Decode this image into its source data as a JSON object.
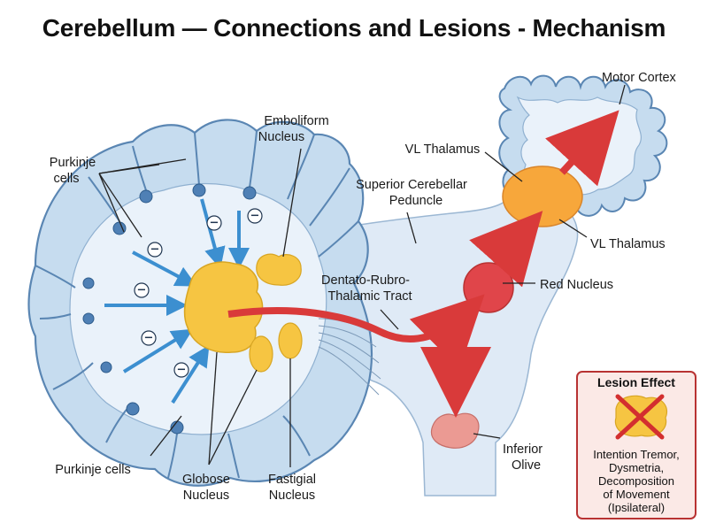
{
  "title": "Cerebellum — Connections and Lesions - Mechanism",
  "labels": {
    "motor_cortex": "Motor Cortex",
    "emboliform": [
      "Emboliform",
      "Nucleus"
    ],
    "vl_thalamus_top": "VL Thalamus",
    "vl_thalamus_right": "VL Thalamus",
    "purkinje_cells_top": [
      "Purkinje",
      "cells"
    ],
    "superior_peduncle": [
      "Superior Cerebellar",
      "Peduncle"
    ],
    "dentato_tract": [
      "Dentato-Rubro-",
      "Thalamic Tract"
    ],
    "red_nucleus": "Red Nucleus",
    "inferior_olive": [
      "Inferior",
      "Olive"
    ],
    "purkinje_cells_bottom": "Purkinje cells",
    "globose": [
      "Globose",
      "Nucleus"
    ],
    "fastigial": [
      "Fastigial",
      "Nucleus"
    ]
  },
  "inhibitory_symbol": "−",
  "lesion_box": {
    "title": "Lesion Effect",
    "lines": [
      "Intention Tremor,",
      "Dysmetria,",
      "Decomposition",
      "of Movement",
      "(Ipsilateral)"
    ]
  },
  "colors": {
    "cerebellum_fill": "#c6dcef",
    "cerebellum_stroke": "#5a86b3",
    "white_matter": "#eaf2fa",
    "nucleus": "#f6c542",
    "thalamus": "#f7a73b",
    "red_nucleus": "#e0454a",
    "olive": "#eb9a93",
    "arrow_red": "#d93a3a",
    "arrow_blue": "#3c8fd0",
    "lesion_border": "#b83232",
    "lesion_bg": "#fbe9e6"
  }
}
